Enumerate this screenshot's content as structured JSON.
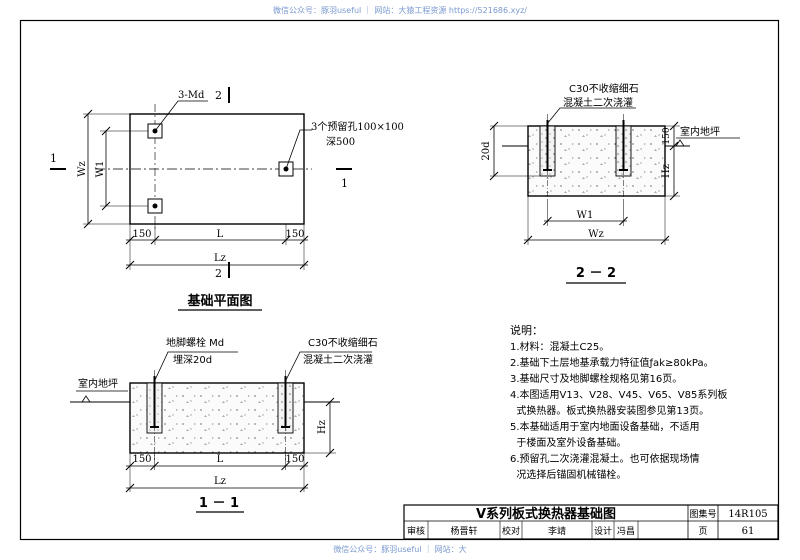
{
  "watermark": {
    "top": "微信公众号：豚羽useful ｜ 网站：大猿工程资源 https://521686.xyz/",
    "bottom": "微信公众号：豚羽useful ｜ 网站：大"
  },
  "plan": {
    "title": "基础平面图",
    "bolt_label": "3-Md",
    "hole_label_line1": "3个预留孔100×100",
    "hole_label_line2": "深500",
    "section_2_top": "2",
    "section_2_bottom": "2",
    "section_1_left": "1",
    "section_1_right": "1",
    "dim_left": "150",
    "dim_mid": "L",
    "dim_right": "150",
    "dim_total": "Lz",
    "dim_w1": "W1",
    "dim_wz": "Wz"
  },
  "section11": {
    "title": "1 － 1",
    "bolt_line1": "地脚螺栓 Md",
    "bolt_line2": "埋深20d",
    "concrete_line1": "C30不收缩细石",
    "concrete_line2": "混凝土二次浇灌",
    "floor": "室内地坪",
    "dim_left": "150",
    "dim_mid": "L",
    "dim_right": "150",
    "dim_total": "Lz",
    "dim_hz": "Hz"
  },
  "section22": {
    "title": "2 － 2",
    "concrete_line1": "C30不收缩细石",
    "concrete_line2": "混凝土二次浇灌",
    "floor": "室内地坪",
    "dim_150": "150",
    "dim_20d": "20d",
    "dim_hz": "Hz",
    "dim_w1": "W1",
    "dim_wz": "Wz"
  },
  "notes": {
    "heading": "说明：",
    "lines": [
      "1.材料：混凝土C25。",
      "2.基础下土层地基承载力特征值ƒak≥80kPa。",
      "3.基础尺寸及地脚螺栓规格见第16页。",
      "4.本图适用V13、V28、V45、V65、V85系列板",
      "  式换热器。板式换热器安装图参见第13页。",
      "5.本基础适用于室内地面设备基础，不适用",
      "  于楼面及室外设备基础。",
      "6.预留孔二次浇灌混凝土。也可依据现场情",
      "  况选择后锚固机械锚栓。"
    ]
  },
  "titleblock": {
    "title": "V系列板式换热器基础图",
    "atlas_label": "图集号",
    "atlas_no": "14R105",
    "review_label": "审核",
    "review_name": "杨晋轩",
    "check_label": "校对",
    "check_name": "李靖",
    "design_label": "设计",
    "design_name": "冯昌",
    "page_label": "页",
    "page_no": "61"
  }
}
